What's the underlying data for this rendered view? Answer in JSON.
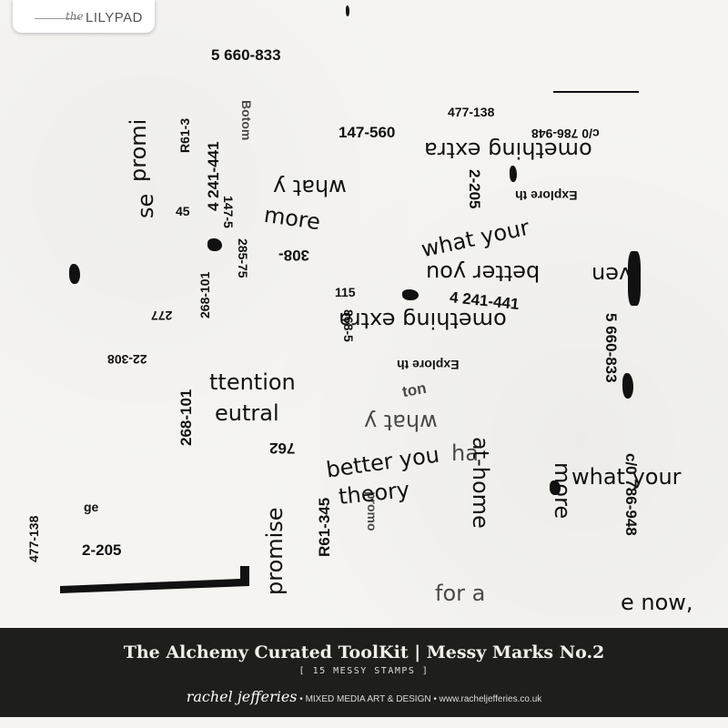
{
  "badge": {
    "script": "the",
    "brand": "LILYPAD"
  },
  "stamps": {
    "s1": "5 660-833",
    "s2": "477-138",
    "s3": "147-560",
    "s4": "c/0 786-948",
    "s5": "omething extra",
    "s6": "promi",
    "s7": "R61-3",
    "s8": "4 241-441",
    "s9": "se",
    "s10": "45",
    "s11": "147-5",
    "s12": "Botom",
    "s13": "what y",
    "s14": "more",
    "s15": "2-205",
    "s16": "Explore th",
    "s17": "what your",
    "s18": "better you",
    "s19": "ven",
    "s20": "308-",
    "s21": "285-75",
    "s22": "268-101",
    "s23": "277",
    "s24": "115",
    "s25": "4 241-441",
    "s26": "omething extra",
    "s27": "22-308",
    "s28": "868-5",
    "s29": "ttention",
    "s30": "eutral",
    "s31": "Explore th",
    "s32": "ton",
    "s33": "what y",
    "s34": "268-101",
    "s35": "5 660-833",
    "s36": "762",
    "s37": "better you",
    "s38": "ha",
    "s39": "theory",
    "s40": "at-home",
    "s41": "what your",
    "s42": "more",
    "s43": "c/0 786-948",
    "s44": "promise",
    "s45": "R61-345",
    "s46": "promo",
    "s47": "477-138",
    "s48": "ge",
    "s49": "2-205",
    "s50": "e now,",
    "s51": "for a"
  },
  "footer": {
    "title": "The Alchemy Curated ToolKit | Messy Marks No.2",
    "subtitle": "[ 15 MESSY STAMPS ]",
    "signature": "rachel jefferies",
    "tagline": "• MIXED MEDIA ART & DESIGN • www.racheljefferies.co.uk"
  }
}
